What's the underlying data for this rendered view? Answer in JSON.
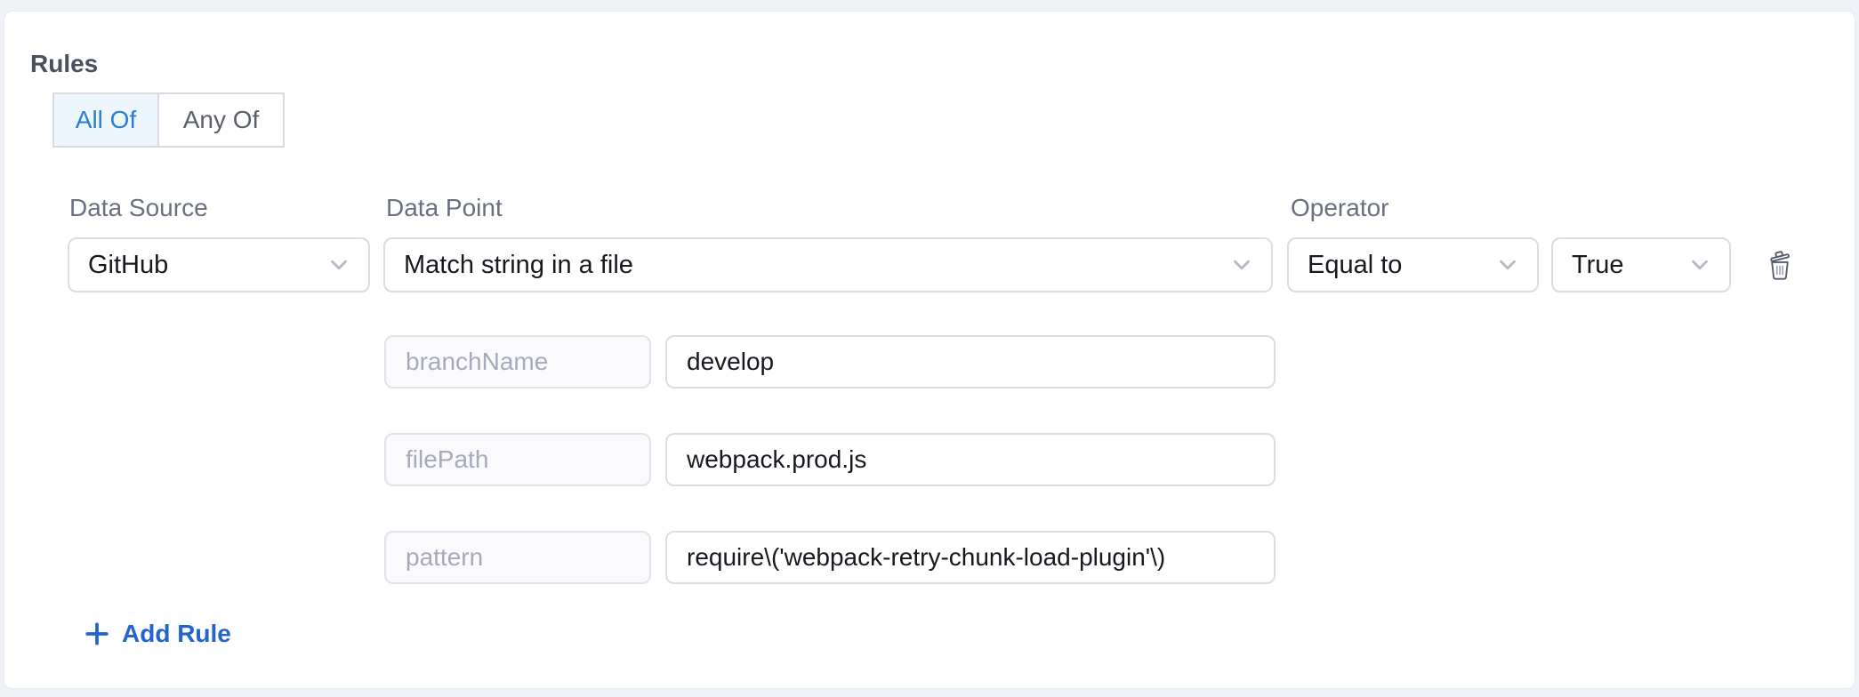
{
  "rules_section": {
    "heading": "Rules",
    "match_toggle": {
      "options": [
        {
          "label": "All Of",
          "selected": true
        },
        {
          "label": "Any Of",
          "selected": false
        }
      ]
    },
    "rule": {
      "data_source": {
        "label": "Data Source",
        "value": "GitHub"
      },
      "data_point": {
        "label": "Data Point",
        "value": "Match string in a file"
      },
      "operator": {
        "label": "Operator",
        "value": "Equal to"
      },
      "operand": {
        "value": "True"
      },
      "delete_icon": "trash-icon",
      "params": [
        {
          "key": "branchName",
          "value": "develop"
        },
        {
          "key": "filePath",
          "value": "webpack.prod.js"
        },
        {
          "key": "pattern",
          "value": "require\\('webpack-retry-chunk-load-plugin'\\)"
        }
      ]
    },
    "add_rule": {
      "icon": "plus-icon",
      "label": "Add Rule"
    }
  },
  "colors": {
    "page_background": "#eef1f6",
    "card_background": "#ffffff",
    "accent_blue": "#2d7dd2",
    "link_blue": "#2263ce",
    "selected_toggle_background": "#ecf6fc",
    "border_gray": "#dadde6",
    "label_gray": "#6a7080",
    "placeholder_gray": "#a7aaba"
  }
}
